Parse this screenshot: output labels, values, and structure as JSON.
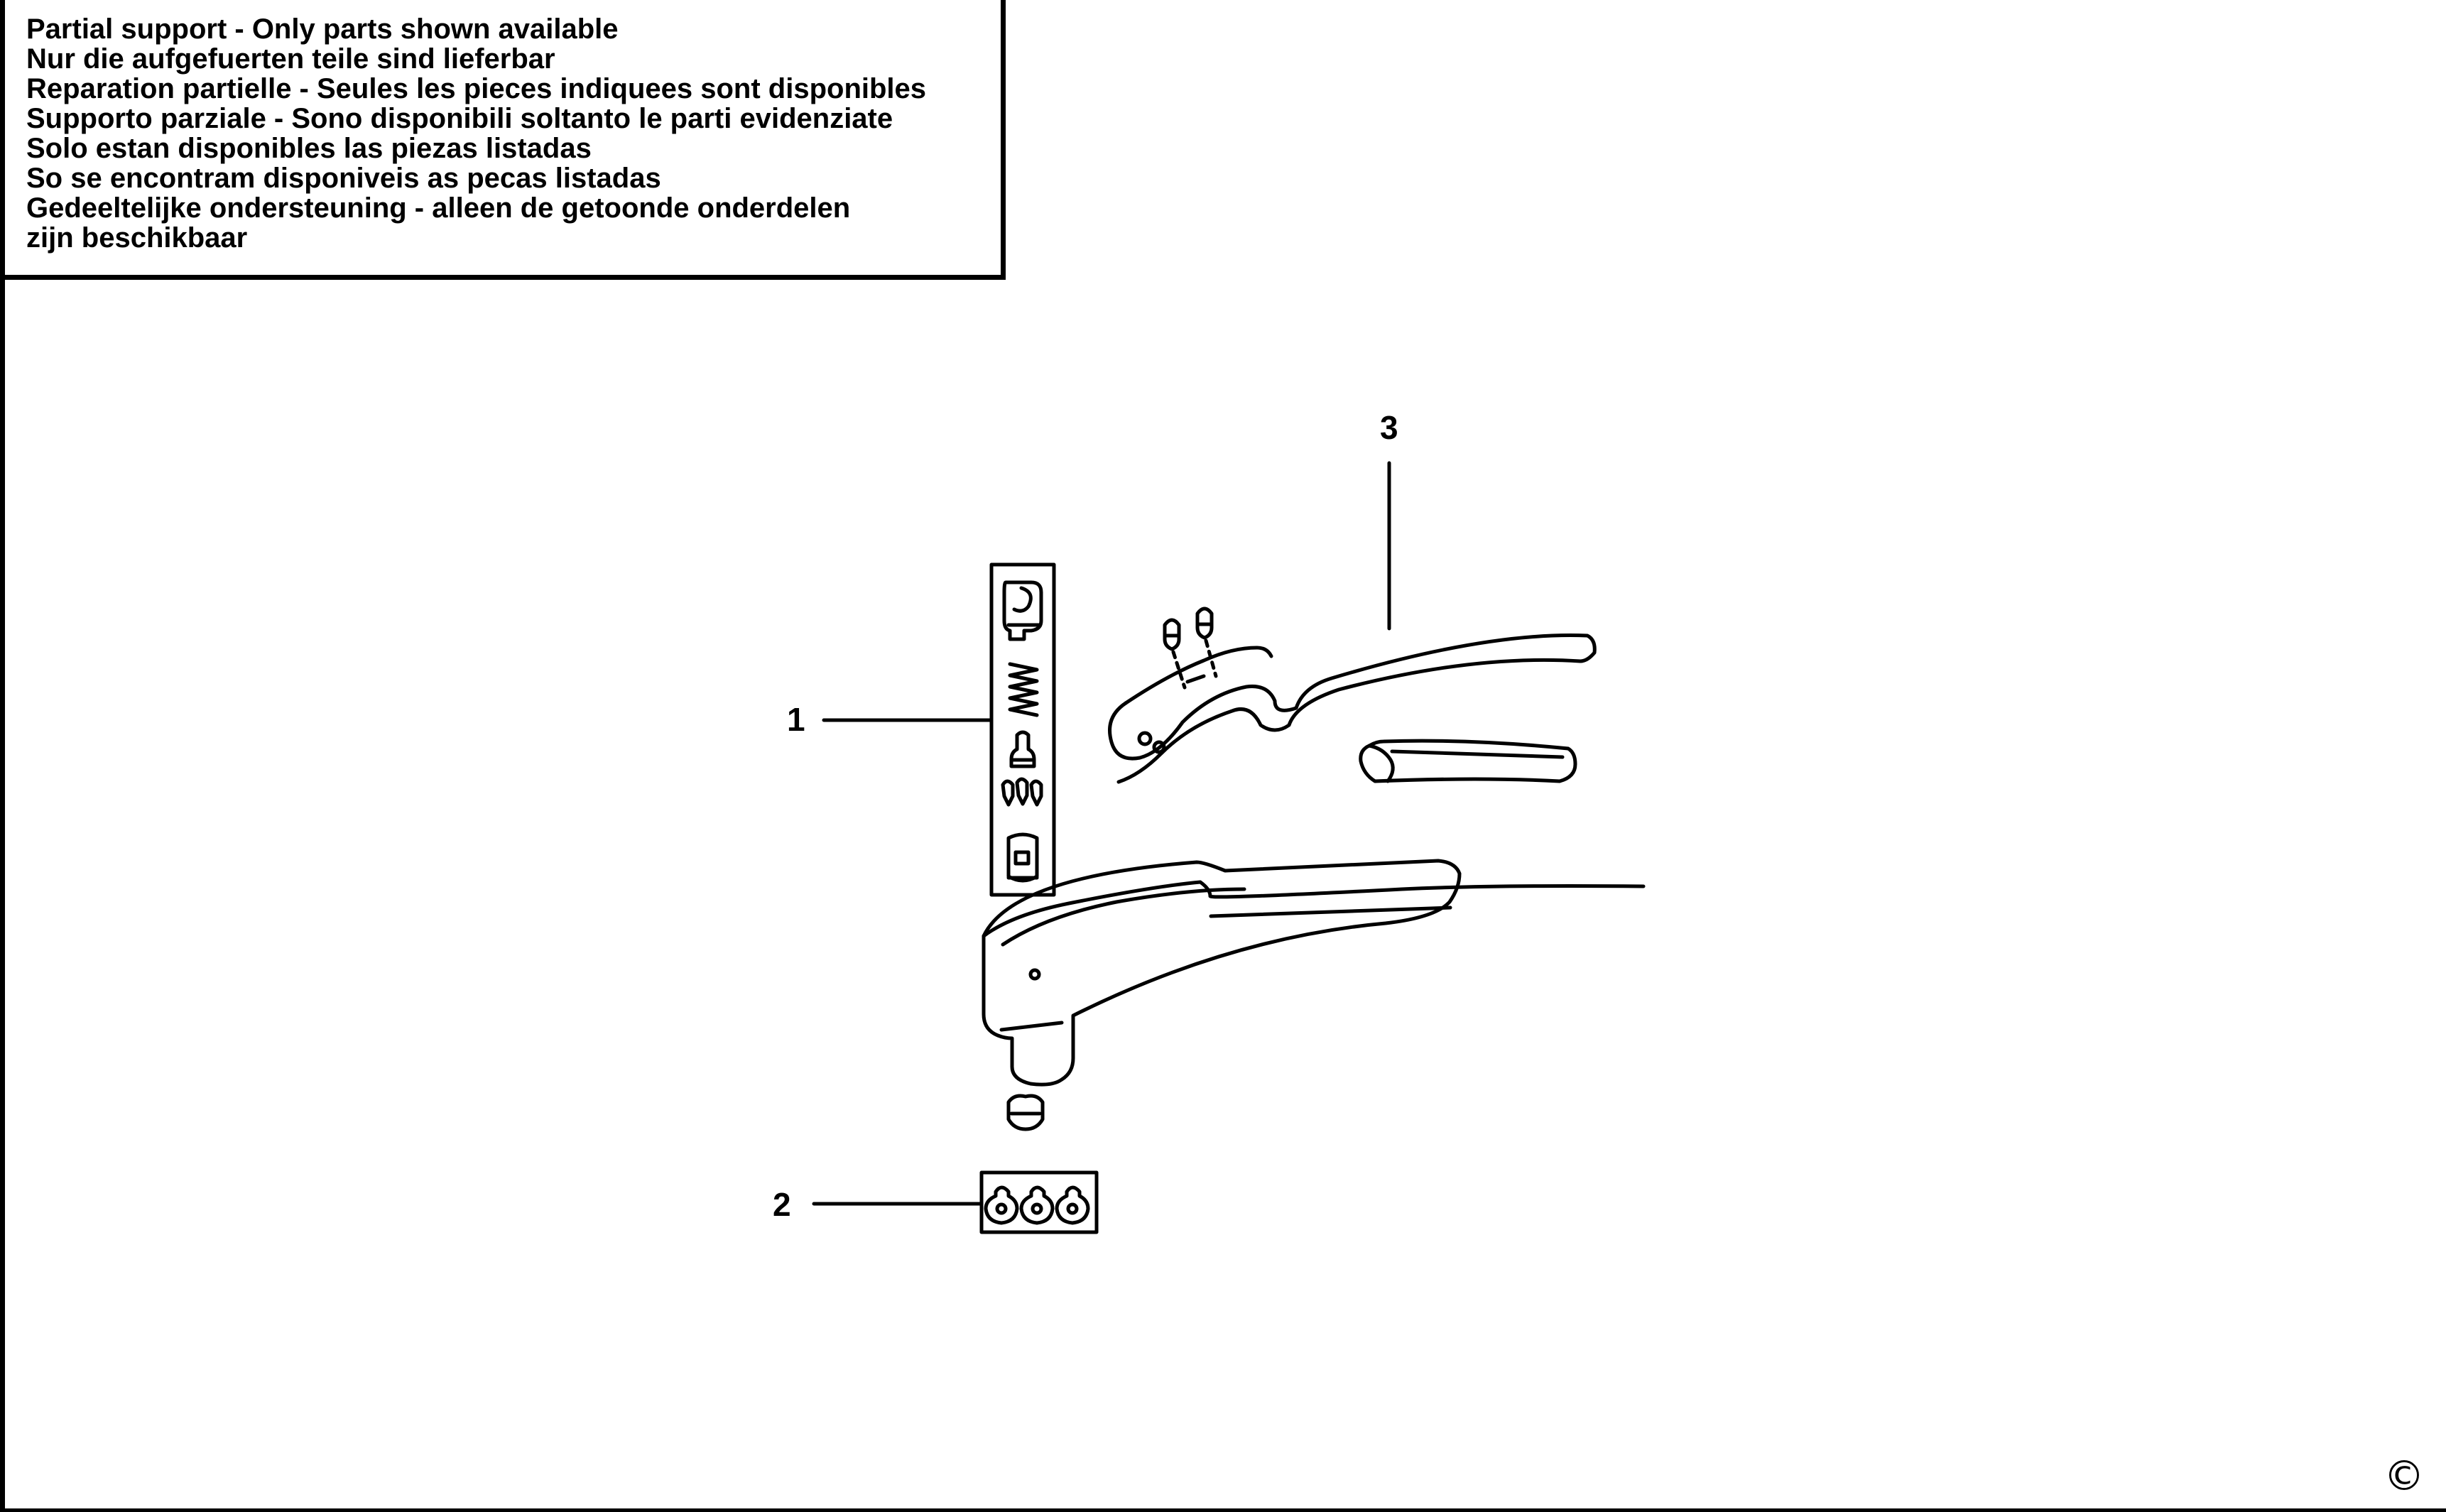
{
  "notice": {
    "lines": [
      "Partial support - Only parts shown available",
      "Nur die aufgefuerten teile sind lieferbar",
      "Reparation partielle - Seules les pieces indiquees sont disponibles",
      "Supporto parziale - Sono disponibili soltanto le parti evidenziate",
      "Solo estan disponibles las piezas listadas",
      "So se encontram disponiveis as pecas listadas",
      "Gedeeltelijke ondersteuning - alleen de getoonde onderdelen",
      "zijn beschikbaar"
    ]
  },
  "callouts": {
    "part_1": "1",
    "part_2": "2",
    "part_3": "3"
  },
  "footer": {
    "copyright_symbol": "©"
  }
}
